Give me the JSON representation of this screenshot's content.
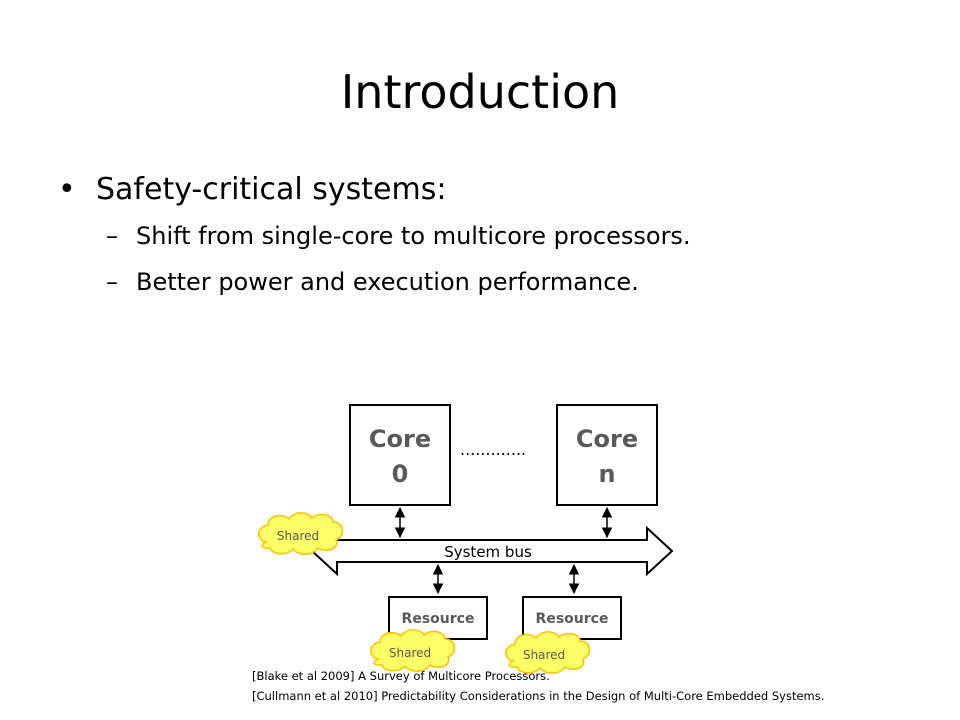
{
  "slide": {
    "title": "Introduction",
    "bullet_marker": "•",
    "dash_marker": "–",
    "bullet": "Safety-critical systems:",
    "sub_bullets": [
      "Shift from single-core to multicore processors.",
      "Better power and execution performance."
    ]
  },
  "diagram": {
    "cores": [
      {
        "line1": "Core",
        "line2": "0"
      },
      {
        "line1": "Core",
        "line2": "n"
      }
    ],
    "ellipsis": ".............",
    "bus_label": "System bus",
    "resources": [
      "Resource",
      "Resource"
    ],
    "shared_labels": [
      "Shared",
      "Shared",
      "Shared"
    ],
    "colors": {
      "shared_fill": "#ffff66",
      "shared_stroke": "#ffc000",
      "label_gray": "#595959"
    }
  },
  "references": [
    "[Blake et al 2009] A Survey of Multicore Processors.",
    "[Cullmann et al 2010] Predictability Considerations in the Design of Multi-Core Embedded Systems."
  ]
}
